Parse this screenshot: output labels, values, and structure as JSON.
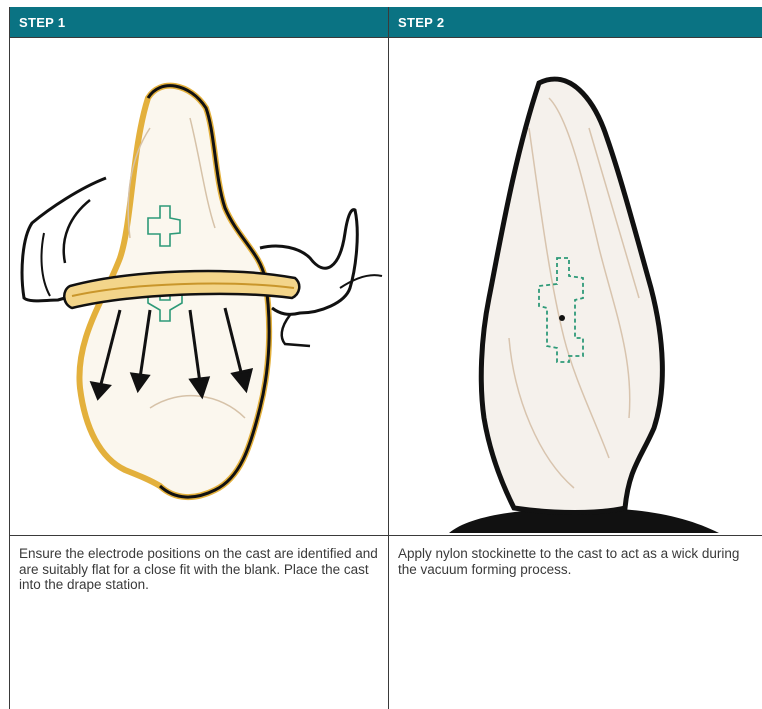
{
  "steps": [
    {
      "header": "STEP  1",
      "description": "Ensure the electrode positions on the cast are identified and are suitably flat for a close fit with the blank. Place the cast into the drape station."
    },
    {
      "header": "STEP 2",
      "description": "Apply nylon stockinette to the cast to act as a wick during the vacuum forming process."
    }
  ],
  "colors": {
    "header_bg": "#0a7383",
    "header_text": "#ffffff",
    "body_text": "#3a3a3a",
    "electrode_outline": "#2e9a78",
    "drape_yellow": "#e3b03c"
  }
}
